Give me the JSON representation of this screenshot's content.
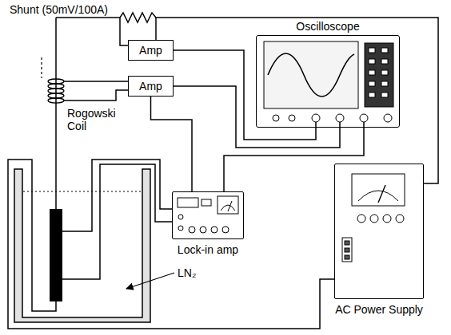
{
  "diagram": {
    "nodes": [
      {
        "text": [
          "Amp"
        ]
      },
      {
        "text": [
          "Oscilloscope"
        ]
      },
      {
        "text": [
          "Amp"
        ]
      },
      {
        "text": [
          "Lock-in amp"
        ]
      },
      {
        "text": [
          "AC Power Supply"
        ]
      }
    ],
    "edges": [
      {
        "from": 0,
        "to": 1,
        "arrow": "none"
      },
      {
        "from": 2,
        "to": 1,
        "arrow": "none"
      },
      {
        "from": 2,
        "to": 3,
        "arrow": "none"
      },
      {
        "from": 3,
        "to": 1,
        "arrow": "none"
      }
    ],
    "labels": [
      "Shunt (50mV/100A)",
      "Rogowski Coil",
      "LN₂"
    ]
  }
}
